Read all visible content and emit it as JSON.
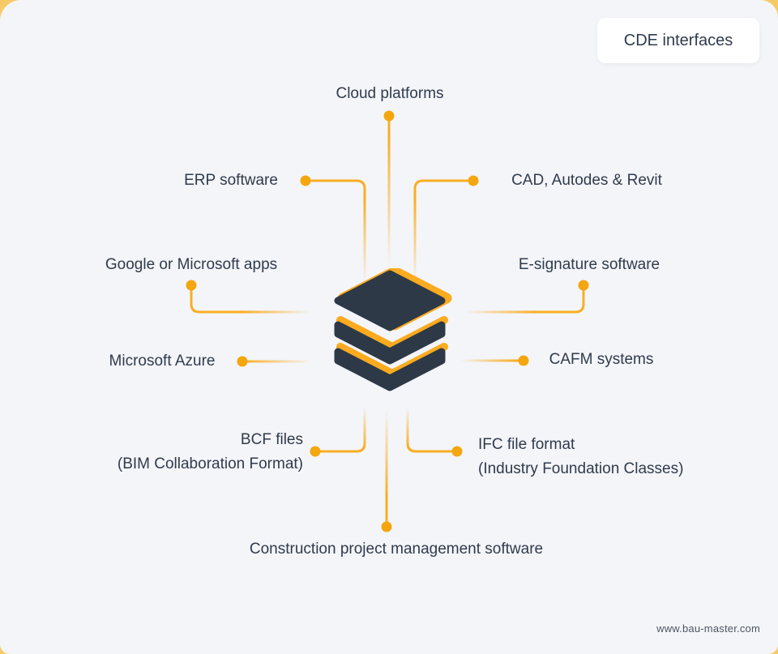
{
  "header": {
    "badge_label": "CDE interfaces"
  },
  "footer": {
    "website": "www.bau-master.com"
  },
  "colors": {
    "page_background": "#F8CA66",
    "card_background": "#F4F5F9",
    "text_dark": "#2F3B4C",
    "connector_yellow": "#F9AE24",
    "dot_yellow": "#F4A60F",
    "icon_dark": "#2E3947",
    "icon_yellow": "#FBAB1F",
    "badge_background": "#FFFFFF"
  },
  "diagram": {
    "center_icon": "layers-stack-icon",
    "nodes": [
      {
        "id": "cloud-platforms",
        "label": "Cloud platforms",
        "position": "top"
      },
      {
        "id": "erp-software",
        "label": "ERP software",
        "position": "upper-left"
      },
      {
        "id": "cad-autodes-revit",
        "label": "CAD, Autodes & Revit",
        "position": "upper-right"
      },
      {
        "id": "google-microsoft-apps",
        "label": "Google or Microsoft apps",
        "position": "left"
      },
      {
        "id": "e-signature-software",
        "label": "E-signature software",
        "position": "right"
      },
      {
        "id": "microsoft-azure",
        "label": "Microsoft Azure",
        "position": "mid-left"
      },
      {
        "id": "cafm-systems",
        "label": "CAFM systems",
        "position": "mid-right"
      },
      {
        "id": "bcf-files",
        "label": "BCF files",
        "sublabel": "(BIM Collaboration Format)",
        "position": "lower-left"
      },
      {
        "id": "ifc-file-format",
        "label": "IFC file format",
        "sublabel": "(Industry Foundation Classes)",
        "position": "lower-right"
      },
      {
        "id": "construction-pm-software",
        "label": "Construction project management software",
        "position": "bottom"
      }
    ]
  }
}
